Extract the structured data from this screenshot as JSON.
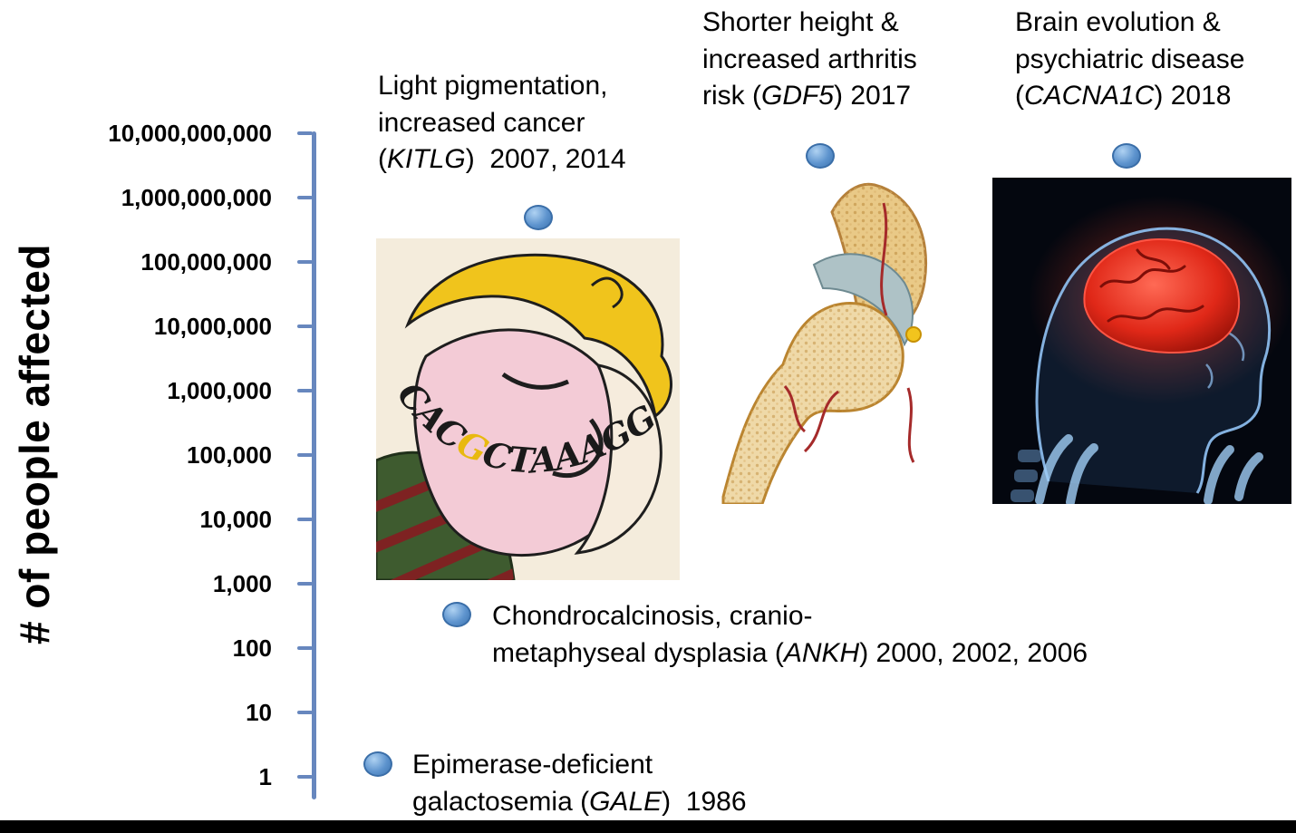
{
  "chart_data": {
    "type": "scatter",
    "title": "",
    "xlabel": "",
    "ylabel": "# of people affected",
    "y_scale": "log10",
    "ylim": [
      1,
      10000000000
    ],
    "grid": false,
    "y_tick_labels": [
      "10,000,000,000",
      "1,000,000,000",
      "100,000,000",
      "10,000,000",
      "1,000,000",
      "100,000",
      "10,000",
      "1,000",
      "100",
      "10",
      "1"
    ],
    "points": [
      {
        "label": "Light pigmentation, increased cancer (KITLG) 2007, 2014",
        "gene": "KITLG",
        "years": [
          2007,
          2014
        ],
        "people_affected_est": 500000000
      },
      {
        "label": "Shorter height & increased arthritis risk (GDF5) 2017",
        "gene": "GDF5",
        "years": [
          2017
        ],
        "people_affected_est": 4000000000
      },
      {
        "label": "Brain evolution & psychiatric disease (CACNA1C) 2018",
        "gene": "CACNA1C",
        "years": [
          2018
        ],
        "people_affected_est": 4000000000
      },
      {
        "label": "Chondrocalcinosis, cranio-metaphyseal dysplasia (ANKH) 2000, 2002, 2006",
        "gene": "ANKH",
        "years": [
          2000,
          2002,
          2006
        ],
        "people_affected_est": 300
      },
      {
        "label": "Epimerase-deficient galactosemia (GALE) 1986",
        "gene": "GALE",
        "years": [
          1986
        ],
        "people_affected_est": 2
      }
    ]
  },
  "annotations": {
    "kitlg": {
      "l1": "Light pigmentation,",
      "l2": "increased cancer",
      "l3_pre": "(",
      "gene": "KITLG",
      "l3_post": ")  2007, 2014"
    },
    "gdf5": {
      "l1": "Shorter height &",
      "l2": "increased arthritis",
      "l3_pre": "risk (",
      "gene": "GDF5",
      "l3_post": ") 2017"
    },
    "cacna1c": {
      "l1": "Brain evolution &",
      "l2": "psychiatric disease",
      "l3_pre": "(",
      "gene": "CACNA1C",
      "l3_post": ") 2018"
    },
    "ankh": {
      "l1": "Chondrocalcinosis, cranio-",
      "l2_pre": "metaphyseal dysplasia (",
      "gene": "ANKH",
      "l2_post": ") 2000, 2002, 2006"
    },
    "gale": {
      "l1": "Epimerase-deficient",
      "l2_pre": "galactosemia (",
      "gene": "GALE",
      "l2_post": ")  1986"
    }
  },
  "dna_sequence": {
    "part1": "CAC",
    "highlight": "G",
    "part2": "CTAAAGG"
  },
  "colors": {
    "axis_blue": "#6787BE",
    "dot_blue": "#5E94CE",
    "dot_border": "#3A6EA8",
    "text": "#000000"
  }
}
